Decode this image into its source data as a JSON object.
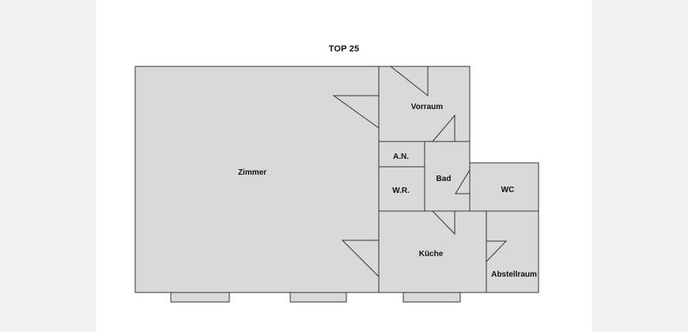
{
  "plan": {
    "title": "TOP 25",
    "colors": {
      "background": "#f1f1f1",
      "sheet": "#ffffff",
      "room_fill": "#d9d9d9",
      "wall_stroke": "#333333"
    },
    "rooms": {
      "zimmer": "Zimmer",
      "vorraum": "Vorraum",
      "an": "A.N.",
      "wr": "W.R.",
      "bad": "Bad",
      "wc": "WC",
      "kueche": "Küche",
      "abstellraum": "Abstellraum"
    }
  }
}
